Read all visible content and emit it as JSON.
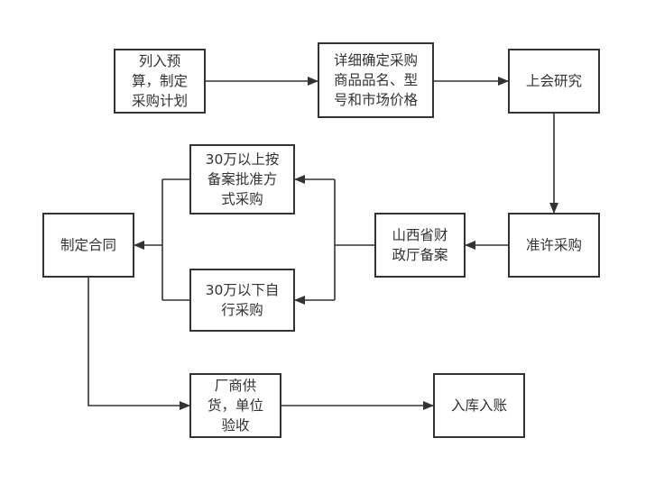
{
  "nodes": {
    "budget": "列入预\n算，制定\n采购计划",
    "confirm": "详细确定采购\n商品品名、型\n号和市场价格",
    "research": "上会研究",
    "approve": "准许采购",
    "filing": "山西省财\n政厅备案",
    "above30": "30万以上按\n备案批准方\n式采购",
    "below30": "30万以下自\n行采购",
    "contract": "制定合同",
    "delivery": "厂商供\n货，单位\n验收",
    "storage": "入库入账"
  },
  "colors": {
    "line": "#333333",
    "text": "#333333",
    "background": "#ffffff"
  }
}
